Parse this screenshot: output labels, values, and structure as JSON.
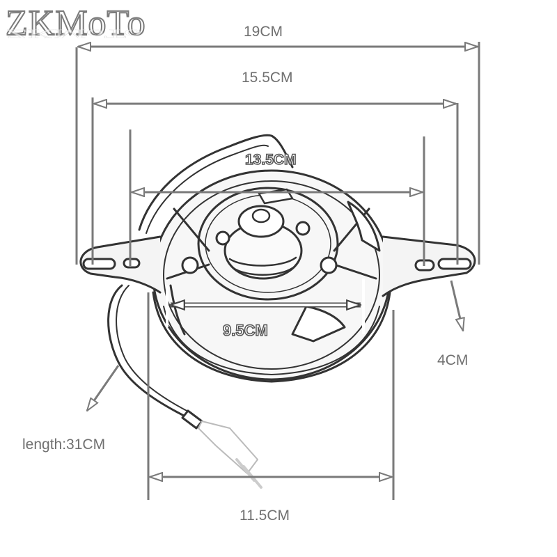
{
  "brand": {
    "text": "ZKMoTo"
  },
  "dimensions": {
    "overall_width": "19CM",
    "mount_hole_span": "15.5CM",
    "fan_housing_width": "13.5CM",
    "blade_diameter": "9.5CM",
    "bracket_depth": "4CM",
    "bottom_width": "11.5CM",
    "cable_length": "length:31CM"
  },
  "colors": {
    "dimension_line": "#7a7a7a",
    "drawing_line": "#333333",
    "background": "#ffffff"
  }
}
